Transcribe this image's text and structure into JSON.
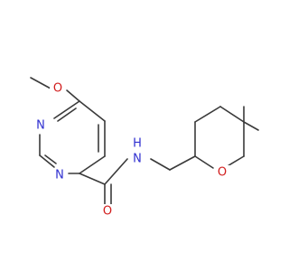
{
  "colors": {
    "bond": "#3a3a3a",
    "nitrogen": "#2f2fd0",
    "oxygen": "#d11b1b",
    "background": "#ffffff"
  },
  "atoms": {
    "methoxy_o": "O",
    "ring_n_top": "N",
    "ring_n_bottom": "N",
    "amide_nh": "N",
    "amide_h": "H",
    "carbonyl_o": "O",
    "ring_o": "O"
  }
}
